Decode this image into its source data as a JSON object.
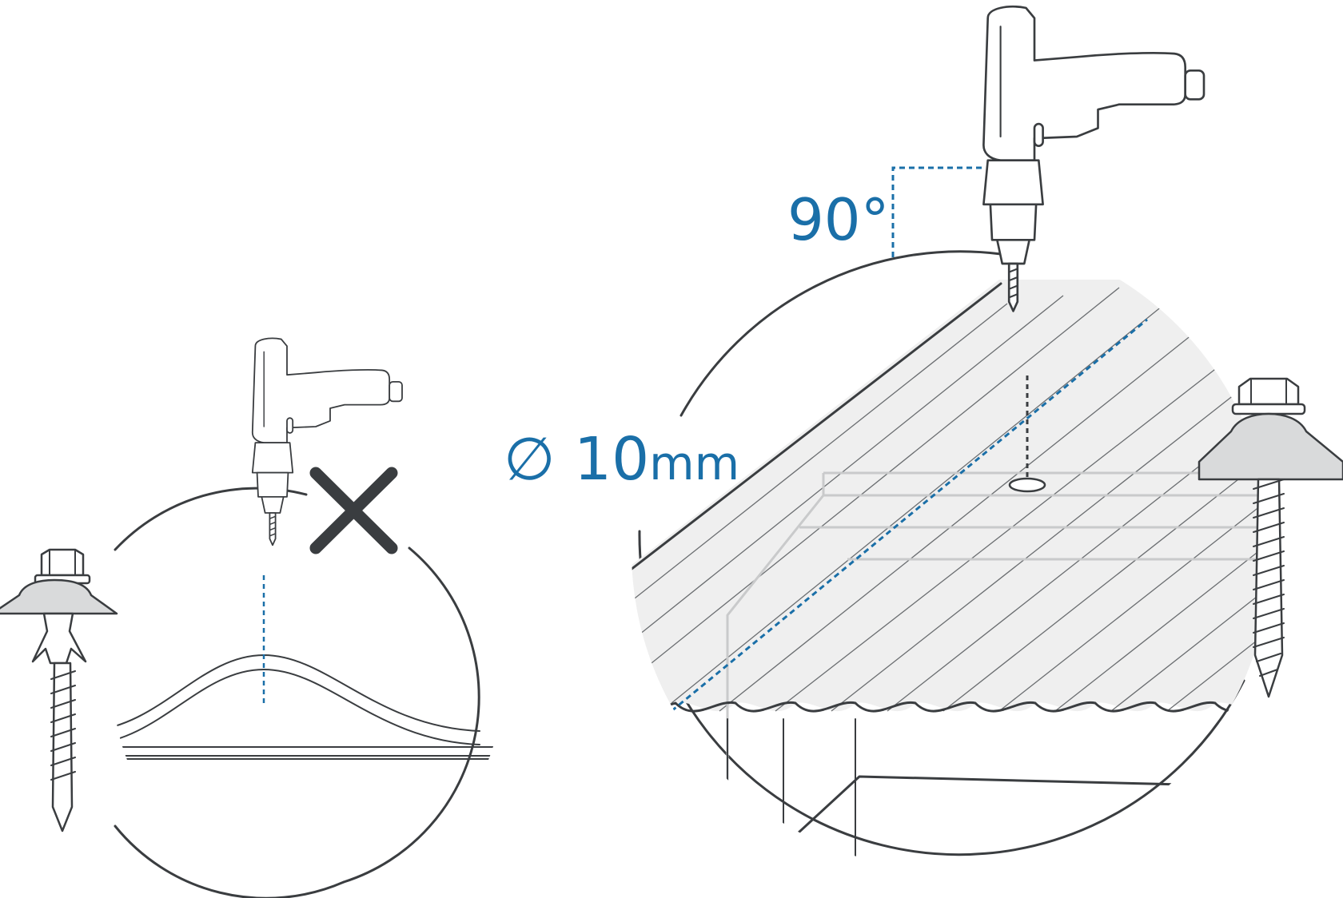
{
  "labels": {
    "angle": "90°",
    "diameter_symbol": "∅",
    "diameter_value": " 10",
    "diameter_unit": "mm"
  },
  "colors": {
    "accent_blue": "#1a6fa8",
    "line_dark": "#3a3d40",
    "sheet_gray": "#efefef",
    "washer_gray": "#d9dadb",
    "wrong_mark": "#3a3d40"
  },
  "icons": {
    "wrong": "cross-mark-icon",
    "drill": "drill-icon",
    "screw": "roofing-screw-icon"
  }
}
